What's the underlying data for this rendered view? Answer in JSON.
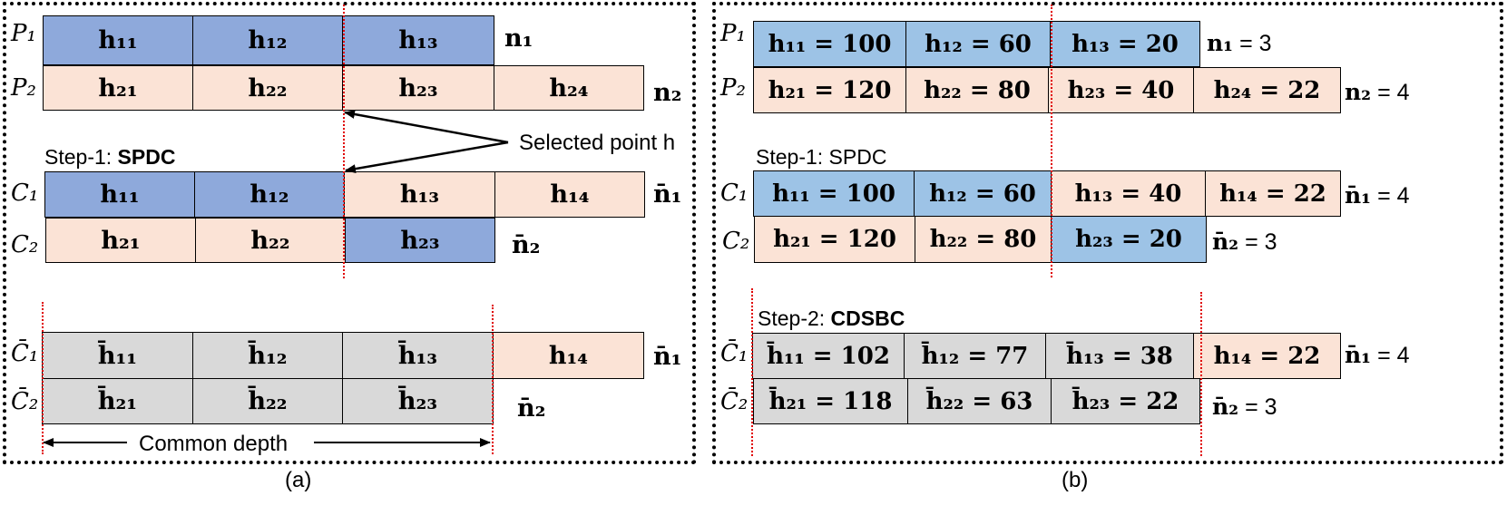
{
  "panel_a": {
    "caption": "(a)",
    "parents": {
      "p1": {
        "label": "P₁",
        "cells": [
          "h₁₁",
          "h₁₂",
          "h₁₃"
        ],
        "n": "n₁"
      },
      "p2": {
        "label": "P₂",
        "cells": [
          "h₂₁",
          "h₂₂",
          "h₂₃",
          "h₂₄"
        ],
        "n": "n₂"
      }
    },
    "selected_point": "Selected point h",
    "step1": {
      "prefix": "Step-1: ",
      "name": "SPDC"
    },
    "children": {
      "c1": {
        "label": "C₁",
        "cells": [
          "h₁₁",
          "h₁₂",
          "h₁₃",
          "h₁₄"
        ],
        "n": "n̄₁"
      },
      "c2": {
        "label": "C₂",
        "cells": [
          "h₂₁",
          "h₂₂",
          "h₂₃"
        ],
        "n": "n̄₂"
      }
    },
    "final": {
      "c1": {
        "label": "C̄₁",
        "cells": [
          "h̄₁₁",
          "h̄₁₂",
          "h̄₁₃",
          "h₁₄"
        ],
        "n": "n̄₁"
      },
      "c2": {
        "label": "C̄₂",
        "cells": [
          "h̄₂₁",
          "h̄₂₂",
          "h̄₂₃"
        ],
        "n": "n̄₂"
      }
    },
    "common_depth": "Common depth"
  },
  "panel_b": {
    "caption": "(b)",
    "parents": {
      "p1": {
        "label": "P₁",
        "cells": [
          "h₁₁ = 100",
          "h₁₂ = 60",
          "h₁₃ = 20"
        ],
        "n": "n₁",
        "n_value": " = 3"
      },
      "p2": {
        "label": "P₂",
        "cells": [
          "h₂₁ = 120",
          "h₂₂ = 80",
          "h₂₃ = 40",
          "h₂₄ = 22"
        ],
        "n": "n₂",
        "n_value": " = 4"
      }
    },
    "step1": {
      "text": "Step-1: SPDC"
    },
    "children": {
      "c1": {
        "label": "C₁",
        "cells": [
          "h₁₁ = 100",
          "h₁₂ = 60",
          "h₁₃ = 40",
          "h₁₄ = 22"
        ],
        "n": "n̄₁",
        "n_value": " = 4"
      },
      "c2": {
        "label": "C₂",
        "cells": [
          "h₂₁ = 120",
          "h₂₂ = 80",
          "h₂₃ = 20"
        ],
        "n": "n̄₂",
        "n_value": " = 3"
      }
    },
    "step2": {
      "prefix": "Step-2: ",
      "name": "CDSBC"
    },
    "final": {
      "c1": {
        "label": "C̄₁",
        "cells": [
          "h̄₁₁ = 102",
          "h̄₁₂ = 77",
          "h̄₁₃ = 38",
          "h₁₄ = 22"
        ],
        "n": "n̄₁",
        "n_value": " = 4"
      },
      "c2": {
        "label": "C̄₂",
        "cells": [
          "h̄₂₁ = 118",
          "h̄₂₂ = 63",
          "h̄₂₃ = 22"
        ],
        "n": "n̄₂",
        "n_value": " = 3"
      }
    }
  },
  "colors": {
    "parent_1_a": "#8ea9db",
    "parent_1_b": "#9dc3e6",
    "parent_2": "#fbe3d6",
    "averaged": "#d9d9d9",
    "cut_line": "#e00000"
  }
}
